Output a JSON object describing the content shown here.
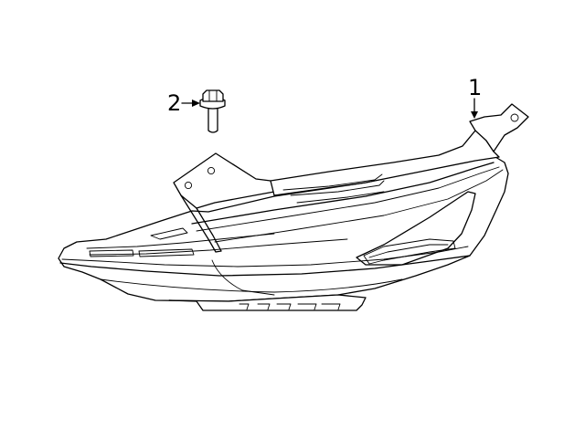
{
  "diagram": {
    "callouts": [
      {
        "id": "1",
        "label": "1"
      },
      {
        "id": "2",
        "label": "2"
      }
    ],
    "parts": [
      {
        "callout": "1",
        "icon": "headlamp-assembly-drawing"
      },
      {
        "callout": "2",
        "icon": "flange-bolt-drawing"
      }
    ]
  }
}
